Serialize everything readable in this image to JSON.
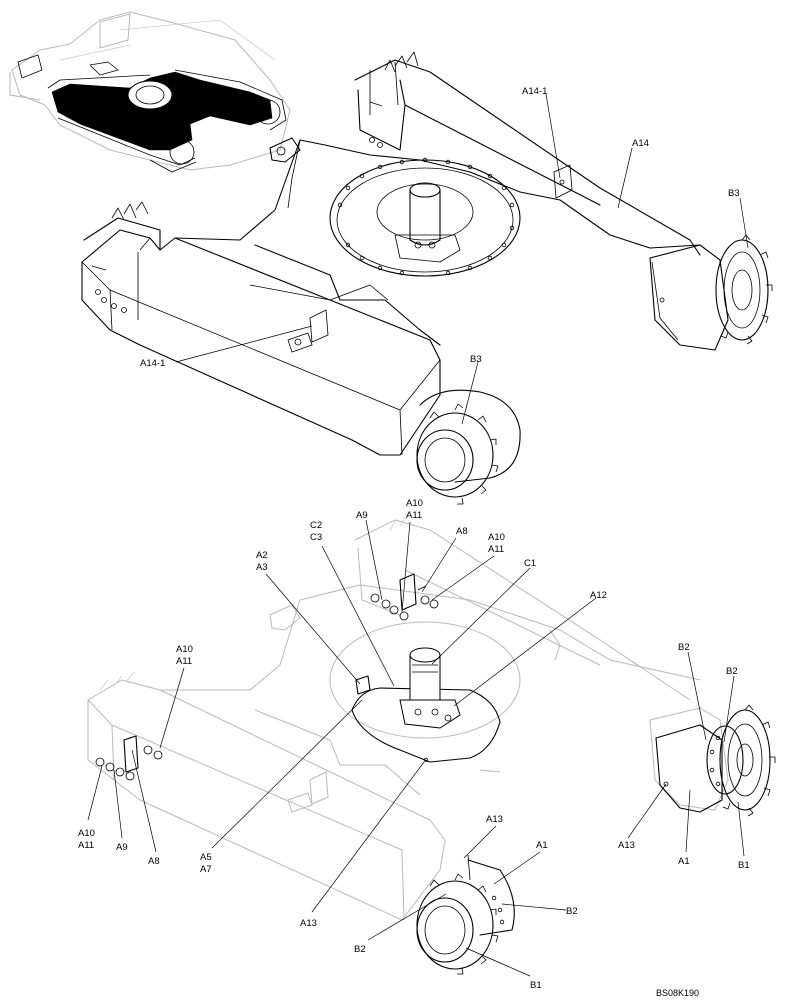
{
  "figure_reference": "BS08K190",
  "labels": {
    "top_a14_1_upper": "A14-1",
    "top_a14": "A14",
    "top_b3_right": "B3",
    "top_a14_1_left": "A14-1",
    "top_b3_lower": "B3",
    "a9_top": "A9",
    "a10_top_1": "A10",
    "a11_top_1": "A11",
    "c2": "C2",
    "c3": "C3",
    "a8_top": "A8",
    "a10_top_2": "A10",
    "a11_top_2": "A11",
    "c1": "C1",
    "a2": "A2",
    "a3": "A3",
    "a12": "A12",
    "a10_left_top": "A10",
    "a11_left_top": "A11",
    "b2_right_1": "B2",
    "b2_right_2": "B2",
    "a10_left_bottom": "A10",
    "a11_left_bottom": "A11",
    "a9_left": "A9",
    "a8_left": "A8",
    "a5": "A5",
    "a7": "A7",
    "a13_center": "A13",
    "a13_right": "A13",
    "a1_right": "A1",
    "b1_right": "B1",
    "a13_bottom": "A13",
    "a1_bottom": "A1",
    "b2_bottom_right": "B2",
    "b2_bottom_left": "B2",
    "b1_bottom": "B1"
  }
}
